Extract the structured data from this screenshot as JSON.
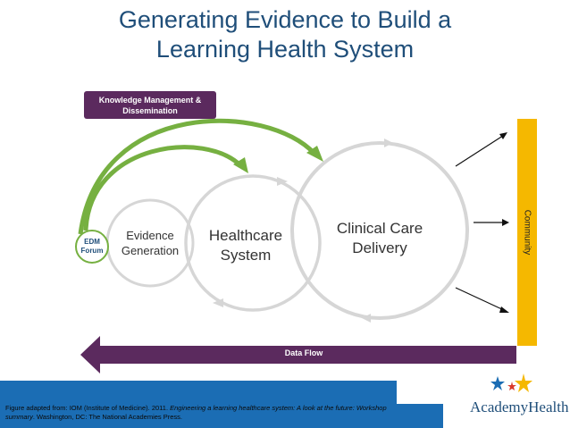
{
  "title": {
    "line1": "Generating Evidence to Build a",
    "line2": "Learning Health System"
  },
  "knowledge_box": {
    "line1": "Knowledge Management &",
    "line2": "Dissemination"
  },
  "circles": {
    "edm": {
      "line1": "EDM",
      "line2": "Forum"
    },
    "evidence": {
      "line1": "Evidence",
      "line2": "Generation"
    },
    "healthcare": {
      "line1": "Healthcare",
      "line2": "System"
    },
    "clinical": {
      "line1": "Clinical Care",
      "line2": "Delivery"
    }
  },
  "community_label": "Community",
  "data_flow_label": "Data Flow",
  "footer": {
    "part1": "Figure adapted from: IOM (Institute of Medicine). 2011. ",
    "italic": "Engineering a learning healthcare system: A look at the future: Workshop summary",
    "part2": ". Washington, DC: The National Academies Press."
  },
  "logo": {
    "text": "AcademyHealth"
  },
  "colors": {
    "title": "#1f4e79",
    "knowledge_box": "#5b2a5e",
    "green_arrow": "#76b041",
    "circle_stroke": "#d6d6d6",
    "community_bar": "#f5b800",
    "data_flow": "#5b2a5e",
    "footer_bar": "#1b6db4"
  }
}
